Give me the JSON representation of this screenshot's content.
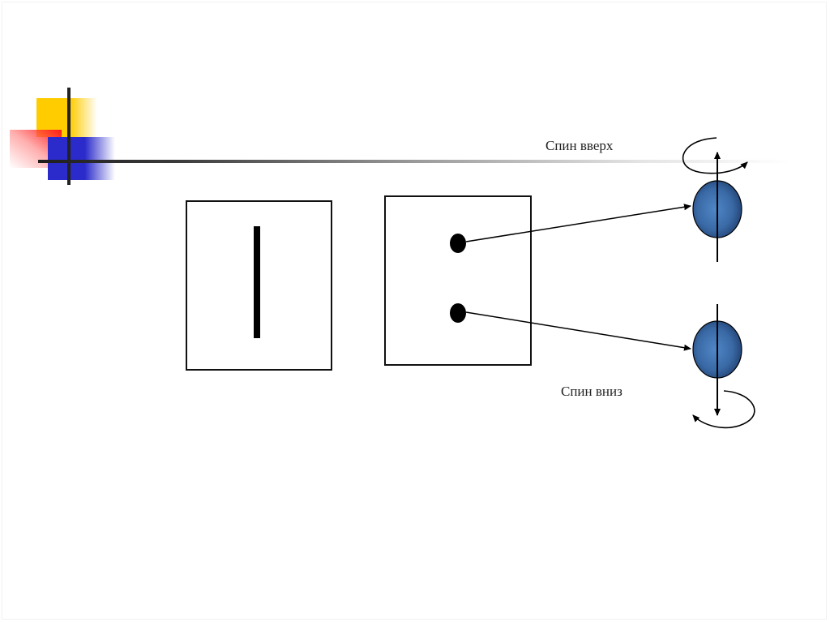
{
  "slide": {
    "labels": {
      "spin_up": "Спин вверх",
      "spin_down": "Спин вниз"
    },
    "panels": [
      {
        "name": "left-panel",
        "content": "single-line"
      },
      {
        "name": "right-panel",
        "content": "two-dots"
      }
    ],
    "colors": {
      "accent_yellow": "#ffcc00",
      "accent_red": "#ff1a1a",
      "accent_blue": "#2b2bcc",
      "sphere_fill": "#3b6aa8",
      "sphere_dark": "#1f3e6e",
      "stroke": "#000000"
    }
  }
}
